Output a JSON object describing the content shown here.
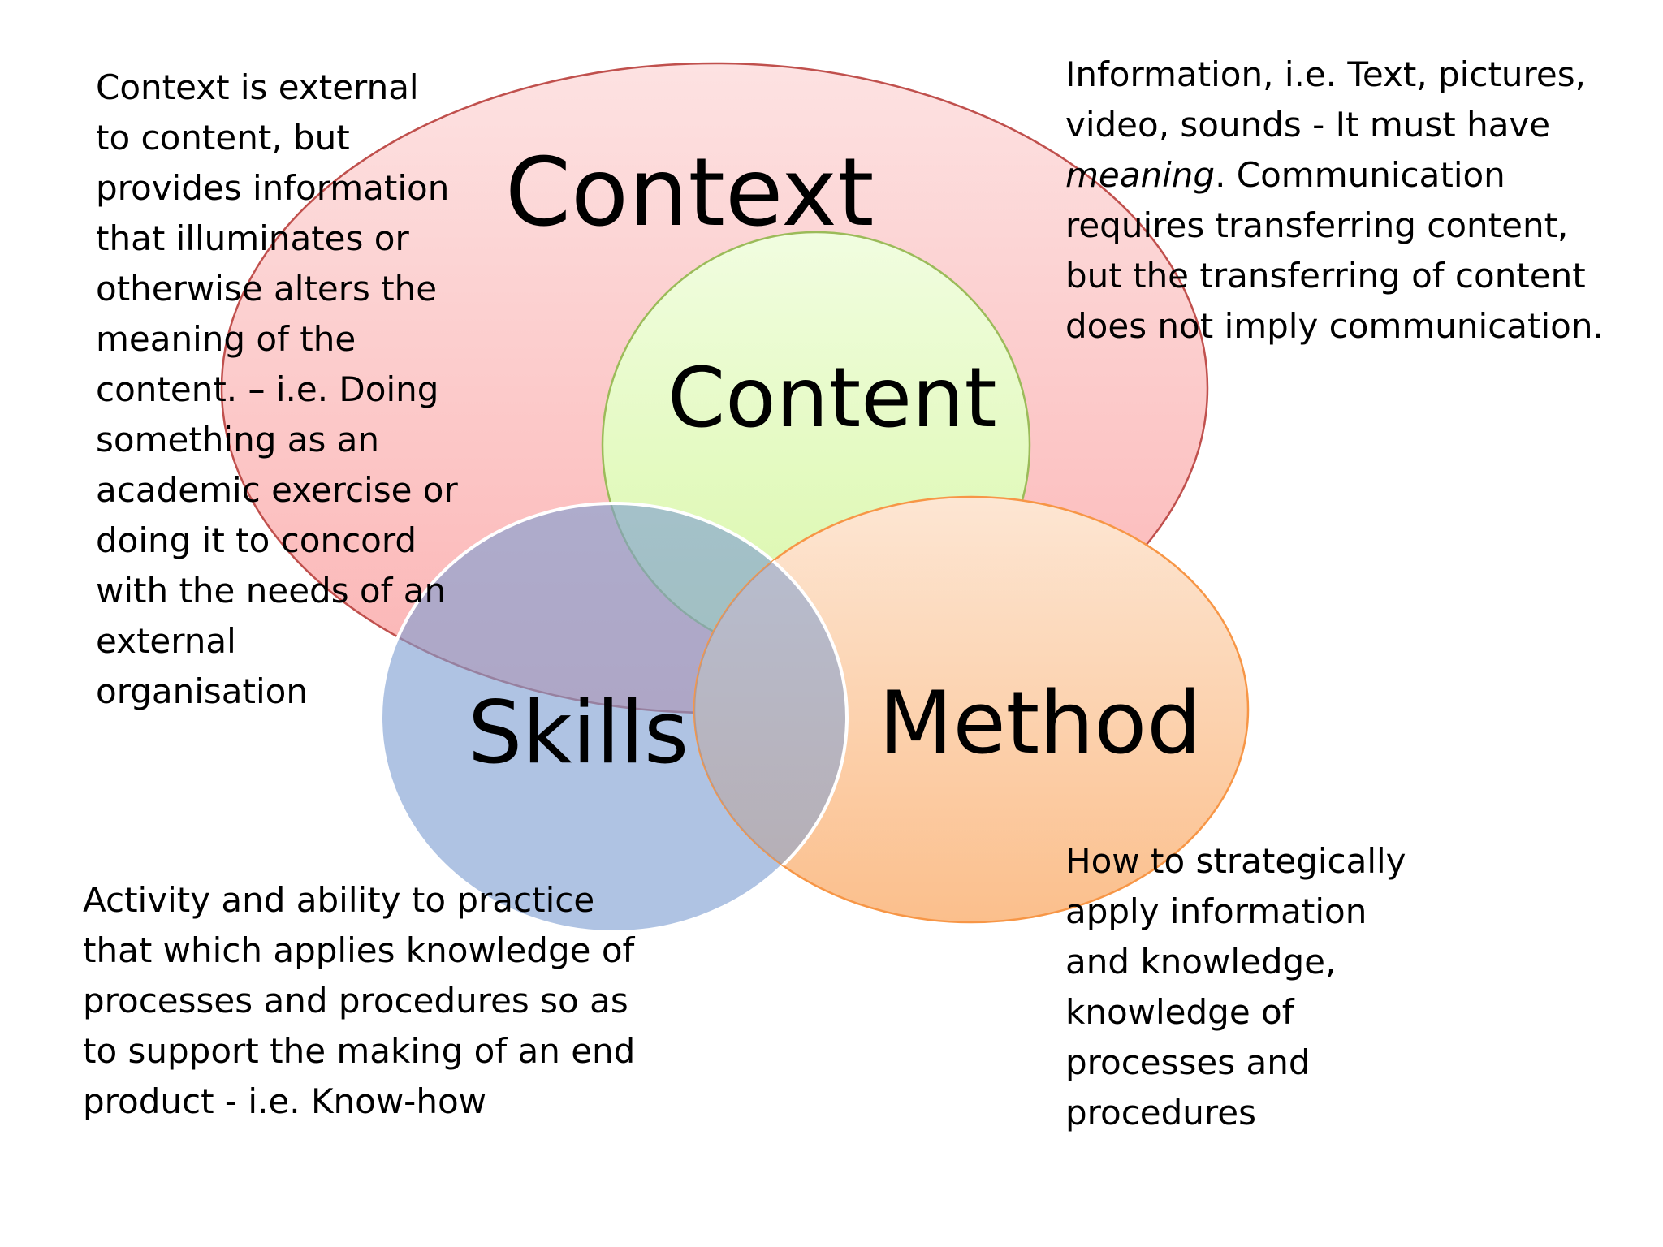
{
  "colors": {
    "context_fill": "#fdbcbc",
    "context_stroke": "#c0504d",
    "content_fill": "#e6fbc8",
    "content_stroke": "#9bbb59",
    "skills_fill": "#94b2d9",
    "method_fill": "#fcc79b",
    "method_stroke": "#f79646"
  },
  "circles": {
    "context": {
      "label": "Context"
    },
    "content": {
      "label": "Content"
    },
    "skills": {
      "label": "Skills"
    },
    "method": {
      "label": "Method"
    }
  },
  "descriptions": {
    "context": {
      "lines": [
        "Context is external",
        "to content, but",
        "provides information",
        "that illuminates or",
        "otherwise alters the",
        "meaning of the",
        "content. – i.e. Doing",
        "something as an",
        "academic exercise or",
        "doing it to concord",
        "with the needs of an",
        "external",
        "organisation"
      ]
    },
    "content": {
      "line1": "Information, i.e. Text, pictures,",
      "line2": "video, sounds - It must have",
      "line3_em": "meaning",
      "line3_rest": ". Communication",
      "line4": "requires transferring content,",
      "line5": "but the transferring of content",
      "line6": "does not imply communication."
    },
    "skills": {
      "lines": [
        "Activity and ability to practice",
        "that which applies knowledge of",
        "processes and procedures  so as",
        "to support the making of an end",
        "product - i.e. Know-how"
      ]
    },
    "method": {
      "lines": [
        "How to strategically",
        "apply information",
        "and knowledge,",
        "knowledge of",
        "processes and",
        "procedures"
      ]
    }
  }
}
